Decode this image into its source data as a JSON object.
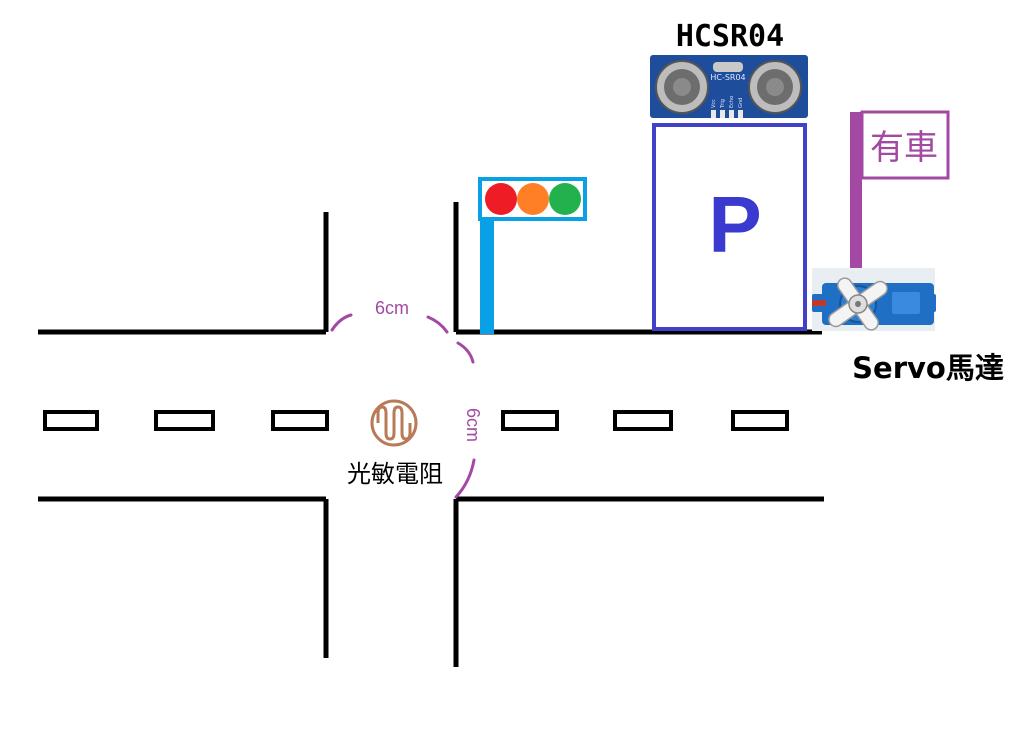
{
  "sensor_label": "HCSR04",
  "sensor_board_text": "HC-SR04",
  "sensor_pins": [
    "Vcc",
    "Trig",
    "Echo",
    "Gnd"
  ],
  "parking_letter": "P",
  "flag_text": "有車",
  "servo_label": "Servo馬達",
  "photoresistor_label": "光敏電阻",
  "distance_top": "6cm",
  "distance_side": "6cm",
  "colors": {
    "road": "#000000",
    "pole_light": "#0aa0e6",
    "light_red": "#ee1c24",
    "light_orange": "#ff7f27",
    "light_green": "#22b14c",
    "parking_border": "#4040c8",
    "parking_letter": "#3a3ad0",
    "flag": "#a349a4",
    "annotation": "#a349a4",
    "photoresistor": "#b97a57",
    "servo": "#1f6fc4"
  }
}
